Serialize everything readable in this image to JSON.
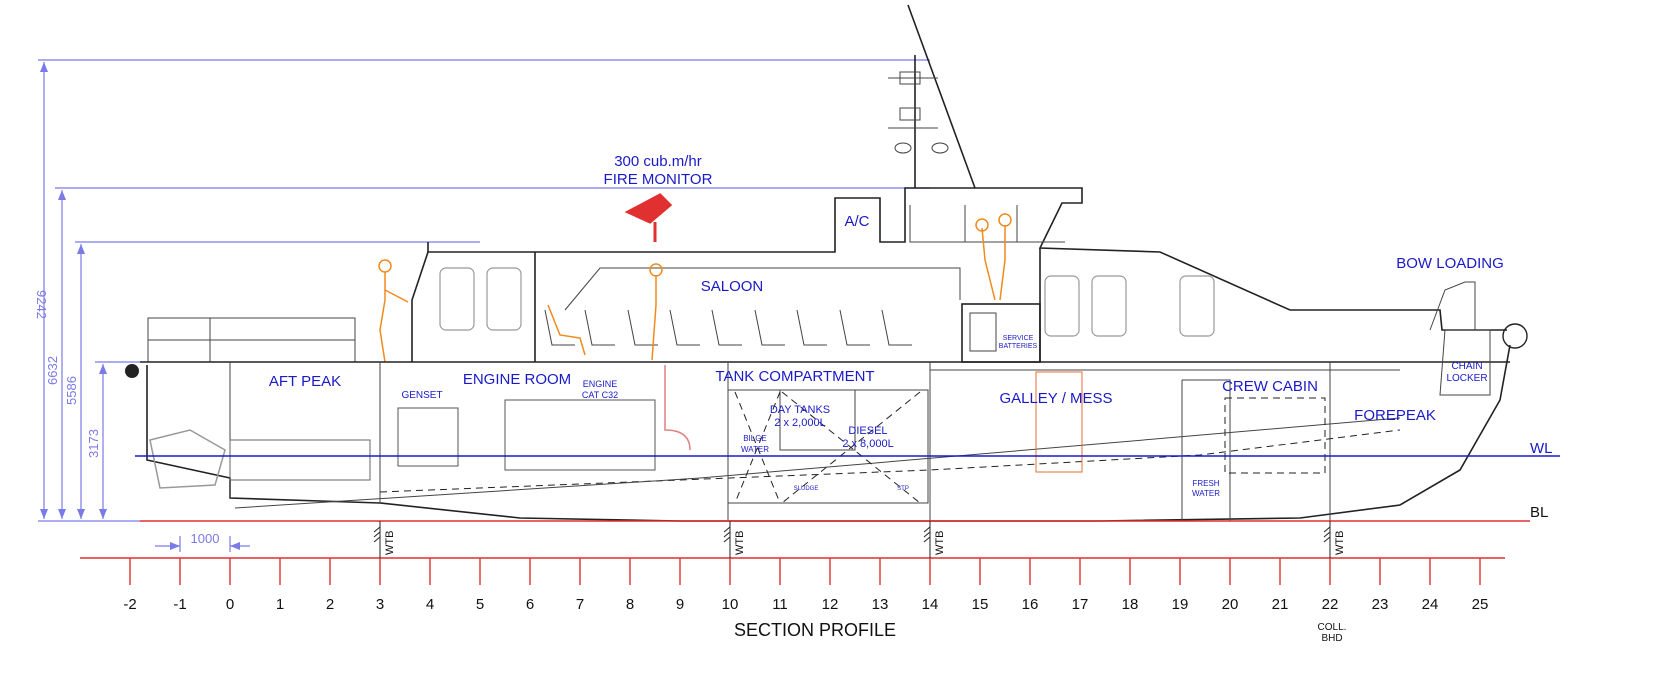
{
  "title": "SECTION PROFILE",
  "dimensions": {
    "overall": "9242",
    "d2": "6632",
    "d3": "5586",
    "d4": "3173",
    "frame_spacing": "1000"
  },
  "compartments": {
    "aft_peak": "AFT PEAK",
    "engine_room": "ENGINE ROOM",
    "genset": "GENSET",
    "engine_line1": "ENGINE",
    "engine_line2": "CAT C32",
    "tank_compartment": "TANK COMPARTMENT",
    "day_tanks_1": "DAY TANKS",
    "day_tanks_2": "2 x 2,000L",
    "bilge_1": "BILGE",
    "bilge_2": "WATER",
    "diesel_1": "DIESEL",
    "diesel_2": "2 x 8,000L",
    "sludge": "SLUDGE",
    "stp": "STP",
    "galley": "GALLEY / MESS",
    "crew_cabin": "CREW CABIN",
    "fresh_1": "FRESH",
    "fresh_2": "WATER",
    "forepeak": "FOREPEAK",
    "chain_1": "CHAIN",
    "chain_2": "LOCKER",
    "saloon": "SALOON",
    "ac": "A/C",
    "service_1": "SERVICE",
    "service_2": "BATTERIES",
    "bow_loading": "BOW LOADING",
    "fire_1": "300 cub.m/hr",
    "fire_2": "FIRE MONITOR"
  },
  "lines": {
    "wl": "WL",
    "bl": "BL",
    "wtb": "WTB"
  },
  "frames": [
    "-2",
    "-1",
    "0",
    "1",
    "2",
    "3",
    "4",
    "5",
    "6",
    "7",
    "8",
    "9",
    "10",
    "11",
    "12",
    "13",
    "14",
    "15",
    "16",
    "17",
    "18",
    "19",
    "20",
    "21",
    "22",
    "23",
    "24",
    "25"
  ],
  "wtb_frames": [
    3,
    10,
    14,
    22
  ],
  "coll_bhd_1": "COLL.",
  "coll_bhd_2": "BHD",
  "colors": {
    "label": "#1a1ac8",
    "dim": "#7a7ae8",
    "red": "#e03030",
    "orange": "#f08a1c"
  }
}
